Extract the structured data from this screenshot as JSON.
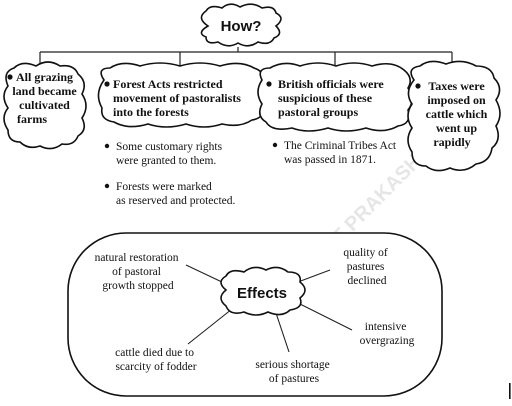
{
  "root": {
    "label": "How?"
  },
  "causes": [
    {
      "lines": [
        "All grazing",
        "land became",
        "cultivated",
        "farms"
      ]
    },
    {
      "lines": [
        "Forest Acts restricted",
        "movement of pastoralists",
        "into the forests"
      ],
      "notes": [
        {
          "lines": [
            "Some customary rights",
            "were granted to them."
          ]
        },
        {
          "lines": [
            "Forests were marked",
            "as reserved and protected."
          ]
        }
      ]
    },
    {
      "lines": [
        "British officials were",
        "suspicious of these",
        "pastoral groups"
      ],
      "notes": [
        {
          "lines": [
            "The Criminal Tribes Act",
            "was passed in 1871."
          ]
        }
      ]
    },
    {
      "lines": [
        "Taxes were",
        "imposed on",
        "cattle which",
        "went up",
        "rapidly"
      ]
    }
  ],
  "effects": {
    "label": "Effects",
    "items": [
      {
        "lines": [
          "natural restoration",
          "of pastoral",
          "growth stopped"
        ]
      },
      {
        "lines": [
          "quality of",
          "pastures",
          "declined"
        ]
      },
      {
        "lines": [
          "intensive",
          "overgrazing"
        ]
      },
      {
        "lines": [
          "serious shortage",
          "of pastures"
        ]
      },
      {
        "lines": [
          "cattle died due to",
          "scarcity of fodder"
        ]
      }
    ]
  },
  "watermark": "NCERT PRAKASHAN"
}
